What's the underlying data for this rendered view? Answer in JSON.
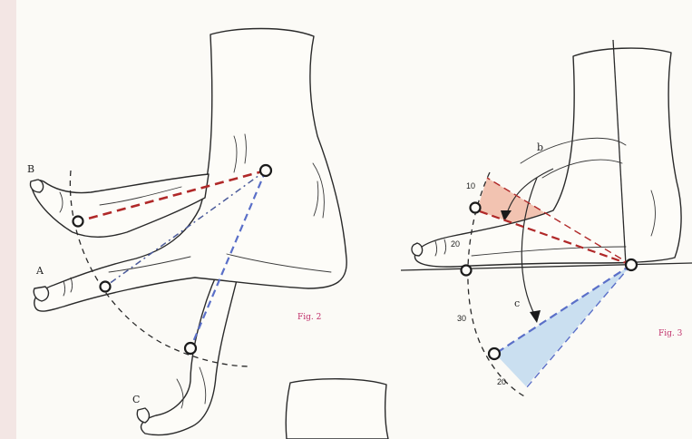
{
  "figure2": {
    "caption": "Fig. 2",
    "labels": {
      "a": "A",
      "b": "B",
      "c": "C"
    }
  },
  "figure3": {
    "caption": "Fig. 3",
    "arc_labels": {
      "b": "b",
      "c": "c"
    },
    "ticks": [
      "10",
      "20",
      "30",
      "20"
    ]
  },
  "colors": {
    "red_line": "#b02828",
    "blue_line": "#5a6fc8",
    "red_fill": "#f0b8a4",
    "blue_fill": "#c4dcf0",
    "caption": "#c0306a"
  },
  "icons": [
    "pivot-circle-icon",
    "rotation-arrow-icon"
  ]
}
